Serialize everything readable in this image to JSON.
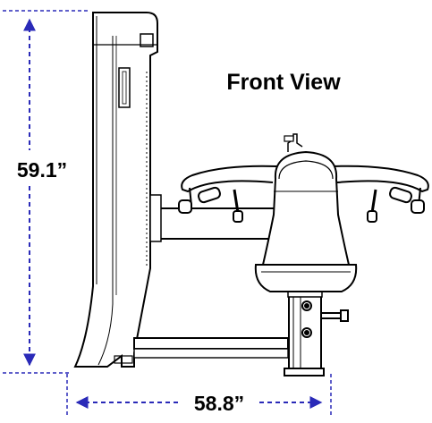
{
  "title": "Front View",
  "dimensions": {
    "height_label": "59.1”",
    "width_label": "58.8”"
  },
  "colors": {
    "line": "#000000",
    "dimension_line": "#2a2ab8",
    "background": "#ffffff"
  }
}
